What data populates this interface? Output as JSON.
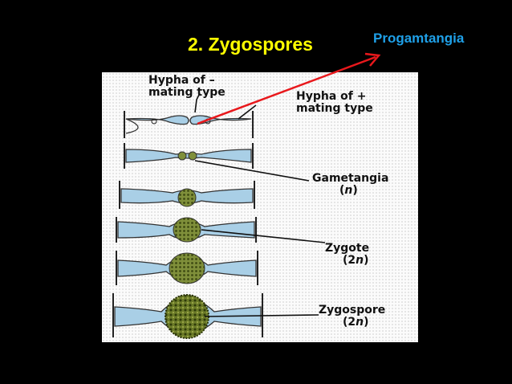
{
  "slide": {
    "title": "2. Zygospores",
    "callout": "Progamtangia",
    "accent_title": "#ffff00",
    "accent_callout": "#1fa0e8",
    "arrow_color": "#e8181c"
  },
  "figure": {
    "hypha_minus": [
      "Hypha of –",
      "mating type"
    ],
    "hypha_plus": [
      "Hypha of +",
      "mating type"
    ],
    "gametangia": {
      "name": "Gametangia",
      "ploidy_open": "(",
      "ploidy": "n",
      "ploidy_close": ")"
    },
    "zygote": {
      "name": "Zygote",
      "ploidy_open": "(2",
      "ploidy": "n",
      "ploidy_close": ")"
    },
    "zygospore": {
      "name": "Zygospore",
      "ploidy_open": "(2",
      "ploidy": "n",
      "ploidy_close": ")"
    },
    "hypha_fill": "#a9cfe6",
    "body_fill": "#7f8f3a"
  }
}
